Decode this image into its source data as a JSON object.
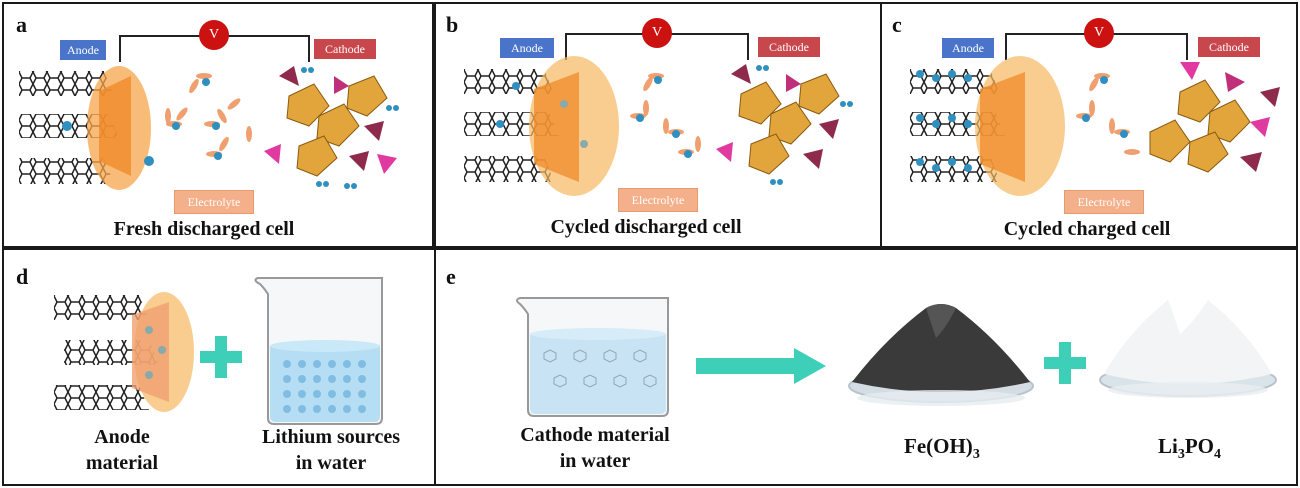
{
  "panels": {
    "a": {
      "label": "a",
      "caption": "Fresh discharged cell",
      "anode": "Anode",
      "cathode": "Cathode",
      "volt": "V",
      "electrolyte": "Electrolyte"
    },
    "b": {
      "label": "b",
      "caption": "Cycled discharged cell",
      "anode": "Anode",
      "cathode": "Cathode",
      "volt": "V",
      "electrolyte": "Electrolyte"
    },
    "c": {
      "label": "c",
      "caption": "Cycled charged cell",
      "anode": "Anode",
      "cathode": "Cathode",
      "volt": "V",
      "electrolyte": "Electrolyte"
    },
    "d": {
      "label": "d",
      "anode_line1": "Anode",
      "anode_line2": "material",
      "lithium_line1": "Lithium sources",
      "lithium_line2": "in water"
    },
    "e": {
      "label": "e",
      "cathode_line1": "Cathode material",
      "cathode_line2": "in water",
      "product1": "Fe(OH)",
      "product1_sub": "3",
      "product2_a": "Li",
      "product2_sub1": "3",
      "product2_b": "PO",
      "product2_sub2": "4"
    }
  },
  "colors": {
    "anode": "#4a74c9",
    "cathode": "#c8474c",
    "electrolyte": "#f4b08a",
    "arrow": "#3ecfb8",
    "voltmeter": "#cc1111"
  }
}
